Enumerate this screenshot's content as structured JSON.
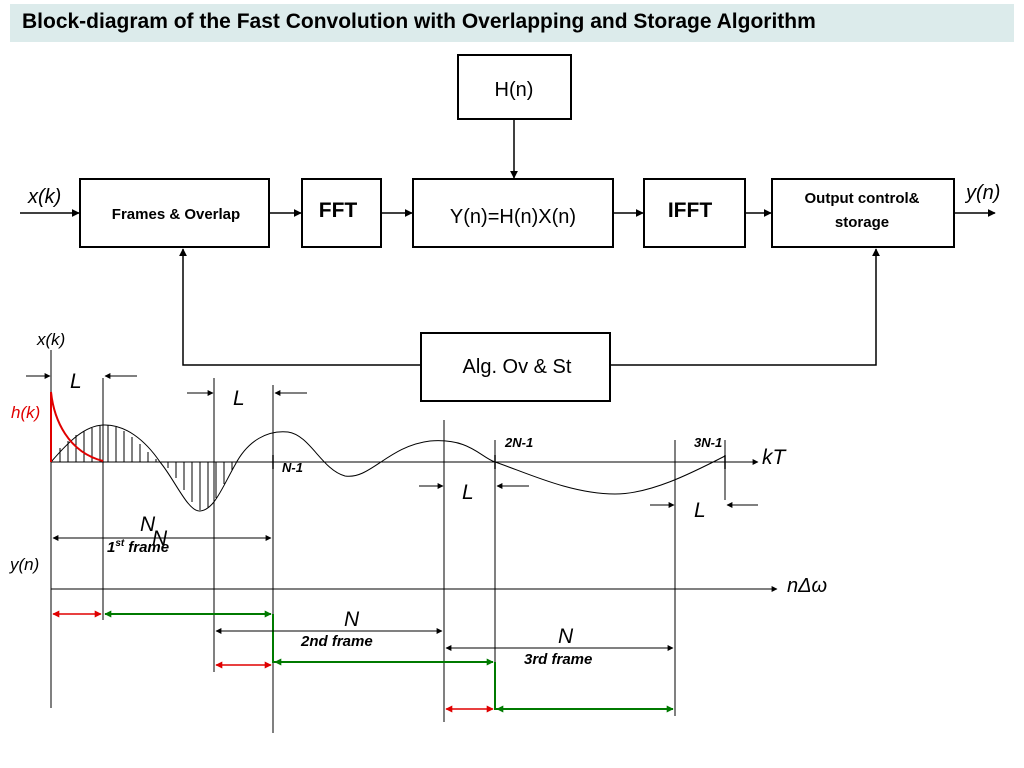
{
  "title": "Block-diagram of the Fast Convolution with Overlapping and Storage Algorithm",
  "blocks": {
    "hn": "H(n)",
    "frames": "Frames & Overlap",
    "fft": "FFT",
    "mult": "Y(n)=H(n)X(n)",
    "ifft": "IFFT",
    "output_line1": "Output control&",
    "output_line2": "storage",
    "alg": "Alg. Ov & St"
  },
  "signals": {
    "input": "x(k)",
    "output": "y(n)"
  },
  "timing": {
    "xk_axis_label": "x(k)",
    "hk_label": "h(k)",
    "kt_label": "kT",
    "yn_axis_label": "y(n)",
    "ndw_label": "nΔω",
    "l1": "L",
    "l2": "L",
    "l3": "L",
    "l4": "L",
    "n1_marker": "N-1",
    "n2_marker": "2N-1",
    "n3_marker": "3N-1",
    "n_label_1": "N",
    "n_label_1b": "N",
    "frame1_num": "1",
    "frame1_sup": "st",
    "frame1_word": "frame",
    "n_label_2": "N",
    "frame2": "2nd frame",
    "n_label_3": "N",
    "frame3": "3rd frame"
  },
  "colors": {
    "title_bg": "#dcebeb",
    "impulse_red": "#e00000",
    "overlap_red": "#e00000",
    "frame_green": "#007a00"
  }
}
